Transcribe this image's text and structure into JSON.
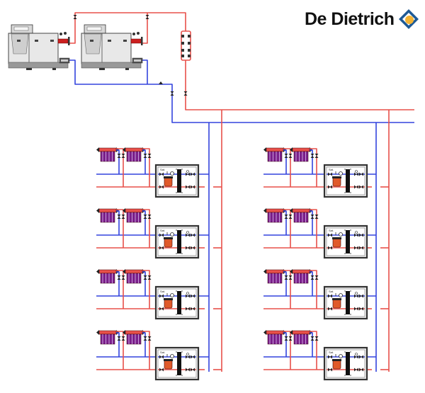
{
  "title": "Hydraulic schematic — cascade boilers with heat-interface units",
  "logo": {
    "text": "De Dietrich",
    "colors": {
      "diamond": "#1e5a96",
      "disc": "#f2b233"
    }
  },
  "colors": {
    "flow": "#e8504a",
    "return": "#3344dd",
    "boiler_body": "#e8e8e8",
    "boiler_outline": "#333333",
    "boiler_base": "#999999",
    "radiator": "#7a1f8a",
    "radiator_top": "#e8504a",
    "unit_frame": "#333333",
    "unit_bg": "#f0f0f0",
    "plate_exchanger": "#111111",
    "dhw_tank": "#e05a2a"
  },
  "plant": {
    "boilers": [
      {
        "id": "boiler-1"
      },
      {
        "id": "boiler-2"
      }
    ],
    "hydraulic_separator": {
      "id": "low-loss-header"
    }
  },
  "risers": [
    {
      "id": "riser-left"
    },
    {
      "id": "riser-right"
    }
  ],
  "dwelling_units": {
    "rows": 4,
    "per_riser": 4,
    "radiators_per_unit": 2,
    "unit_label": "Sat."
  }
}
